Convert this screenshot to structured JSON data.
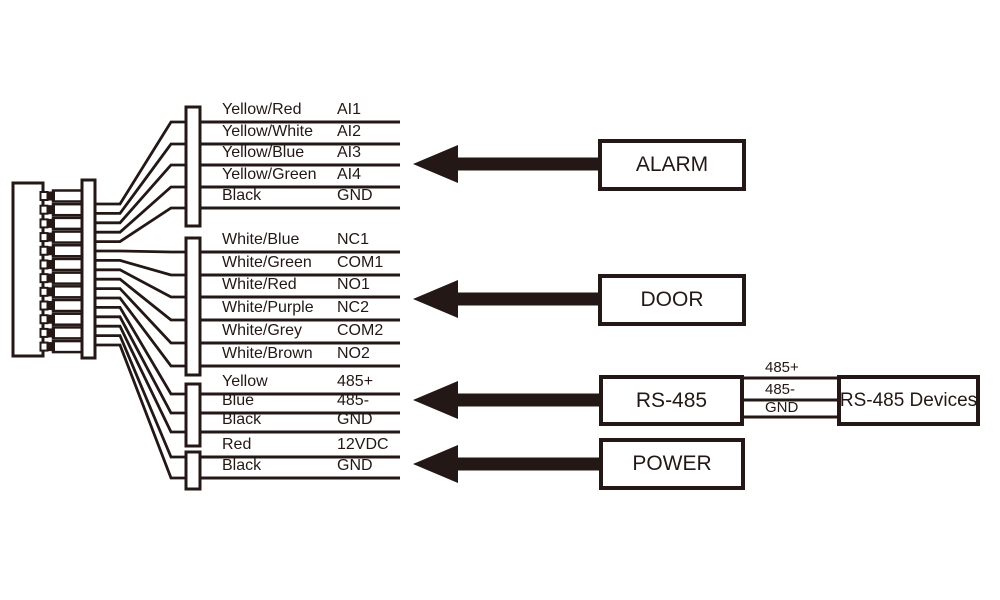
{
  "ink_color": "#231815",
  "connector": {
    "description": "multi-pin wire harness connector",
    "pin_count": 12
  },
  "groups": [
    {
      "box_label": "ALARM",
      "wires": [
        {
          "color": "Yellow/Red",
          "signal": "AI1"
        },
        {
          "color": "Yellow/White",
          "signal": "AI2"
        },
        {
          "color": "Yellow/Blue",
          "signal": "AI3"
        },
        {
          "color": "Yellow/Green",
          "signal": "AI4"
        },
        {
          "color": "Black",
          "signal": "GND"
        }
      ]
    },
    {
      "box_label": "DOOR",
      "wires": [
        {
          "color": "White/Blue",
          "signal": "NC1"
        },
        {
          "color": "White/Green",
          "signal": "COM1"
        },
        {
          "color": "White/Red",
          "signal": "NO1"
        },
        {
          "color": "White/Purple",
          "signal": "NC2"
        },
        {
          "color": "White/Grey",
          "signal": "COM2"
        },
        {
          "color": "White/Brown",
          "signal": "NO2"
        }
      ]
    },
    {
      "box_label": "RS-485",
      "wires": [
        {
          "color": "Yellow",
          "signal": "485+"
        },
        {
          "color": "Blue",
          "signal": "485-"
        },
        {
          "color": "Black",
          "signal": "GND"
        }
      ]
    },
    {
      "box_label": "POWER",
      "wires": [
        {
          "color": "Red",
          "signal": "12VDC"
        },
        {
          "color": "Black",
          "signal": "GND"
        }
      ]
    }
  ],
  "rs485_link": {
    "wire_labels": [
      "485+",
      "485-",
      "GND"
    ],
    "device_box_label": "RS-485 Devices"
  }
}
